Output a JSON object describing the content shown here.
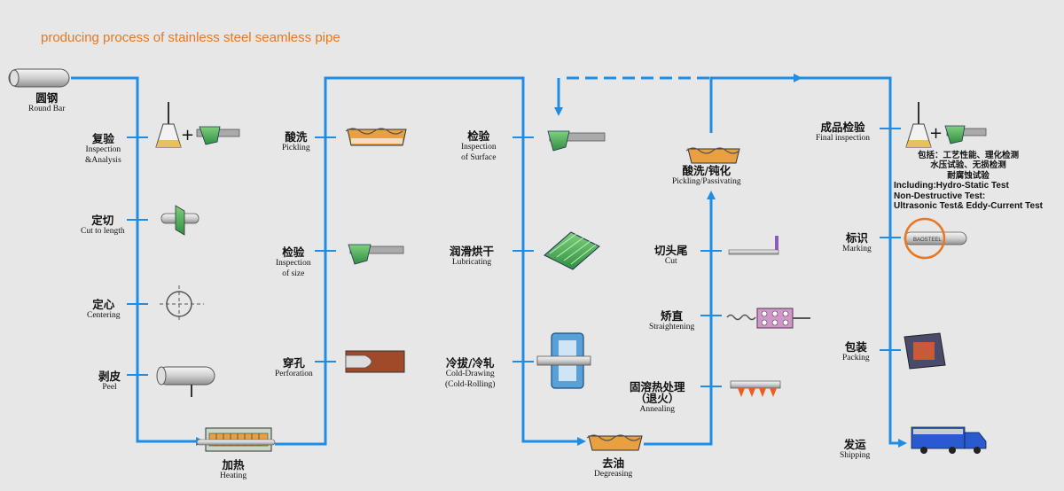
{
  "title": "producing process of stainless steel seamless pipe",
  "colors": {
    "flow_line": "#1f8ce6",
    "title": "#e87722",
    "background": "#e7e7e7",
    "marking_ring": "#e87722"
  },
  "steps": {
    "round_bar": {
      "zh": "圆钢",
      "en": "Round Bar"
    },
    "inspection_analysis": {
      "zh": "复验",
      "en": "Inspection",
      "en2": "&Analysis"
    },
    "cut_to_length": {
      "zh": "定切",
      "en": "Cut to length"
    },
    "centering": {
      "zh": "定心",
      "en": "Centering"
    },
    "peel": {
      "zh": "剥皮",
      "en": "Peel"
    },
    "heating": {
      "zh": "加热",
      "en": "Heating"
    },
    "pickling": {
      "zh": "酸洗",
      "en": "Pickling"
    },
    "inspection_size": {
      "zh": "检验",
      "en": "Inspection",
      "en2": "of size"
    },
    "perforation": {
      "zh": "穿孔",
      "en": "Perforation"
    },
    "inspection_surface": {
      "zh": "检验",
      "en": "Inspection",
      "en2": "of Surface"
    },
    "lubricating": {
      "zh": "润滑烘干",
      "en": "Lubricating"
    },
    "cold_drawing": {
      "zh": "冷拔/冷轧",
      "en": "Cold-Drawing",
      "en2": "(Cold-Rolling)"
    },
    "degreasing": {
      "zh": "去油",
      "en": "Degreasing"
    },
    "annealing": {
      "zh": "固溶热处理",
      "zh2": "（退火）",
      "en": "Annealing"
    },
    "straightening": {
      "zh": "矫直",
      "en": "Straightening"
    },
    "cut": {
      "zh": "切头尾",
      "en": "Cut"
    },
    "pickling_passivating": {
      "zh": "酸洗/钝化",
      "en": "Pickling/Passivating"
    },
    "final_inspection": {
      "zh": "成品检验",
      "en": "Final inspection"
    },
    "marking": {
      "zh": "标识",
      "en": "Marking"
    },
    "packing": {
      "zh": "包装",
      "en": "Packing"
    },
    "shipping": {
      "zh": "发运",
      "en": "Shipping"
    }
  },
  "plus_sign": "+",
  "marking_stamp": "BAOSTEEL",
  "final_notes": {
    "zh_lines": [
      "包括：工艺性能、理化检测",
      "水压试验、无损检测",
      "耐腐蚀试验"
    ],
    "en_lines": [
      "Including:Hydro-Static Test",
      "Non-Destructive Test:",
      "Ultrasonic Test& Eddy-Current Test"
    ]
  },
  "icons": [
    "round-bar-icon",
    "flask-icon",
    "caliper-icon",
    "cutter-icon",
    "crosshair-icon",
    "peeler-icon",
    "furnace-icon",
    "acid-bath-icon",
    "piercer-icon",
    "grid-dryer-icon",
    "drawing-die-icon",
    "degrease-tank-icon",
    "annealing-furnace-icon",
    "straightener-icon",
    "cut-bar-icon",
    "passivate-tank-icon",
    "marked-pipe-icon",
    "package-box-icon",
    "truck-icon"
  ]
}
